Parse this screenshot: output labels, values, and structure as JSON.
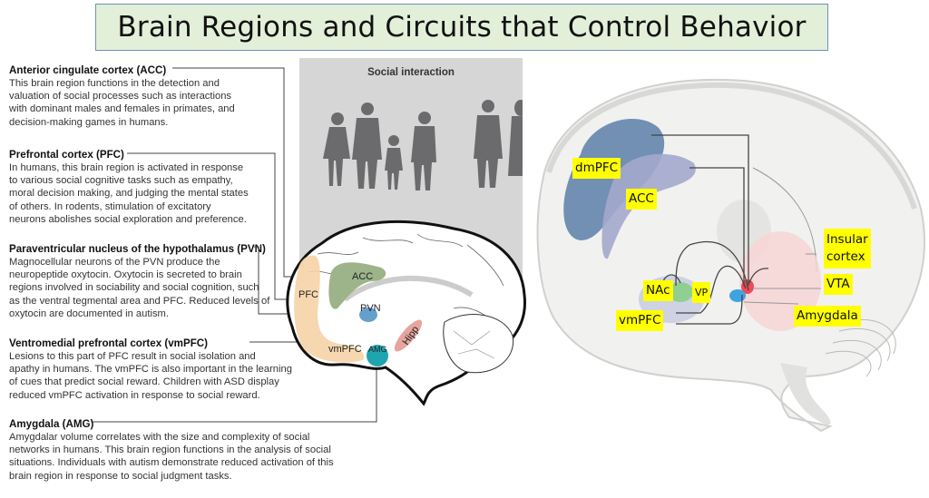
{
  "title": "Brain Regions and Circuits that Control Behavior",
  "left_panel": {
    "descriptions": [
      {
        "heading": "Anterior cingulate cortex (ACC)",
        "lines": [
          "This brain region functions in the detection and",
          "valuation of social processes such as interactions",
          "with dominant males and females in primates, and",
          "decision-making games in humans."
        ]
      },
      {
        "heading": "Prefrontal cortex (PFC)",
        "lines": [
          "In humans, this brain region is activated in response",
          "to various social cognitive tasks such as empathy,",
          "moral decision making, and judging the mental states",
          "of others. In rodents, stimulation of excitatory",
          "neurons abolishes social exploration and preference."
        ]
      },
      {
        "heading": "Paraventricular nucleus of the hypothalamus (PVN)",
        "lines": [
          "Magnocellular neurons of the PVN produce the",
          "neuropeptide oxytocin. Oxytocin is secreted to brain",
          "regions involved in sociability and social cognition, such",
          "as the ventral tegmental area and PFC. Reduced levels of",
          "oxytocin are documented in autism."
        ]
      },
      {
        "heading": "Ventromedial prefrontal cortex (vmPFC)",
        "lines": [
          "Lesions to this part of PFC result in social isolation and",
          "apathy in humans. The vmPFC is also important in the learning",
          "of cues that predict social reward. Children with ASD display",
          "reduced vmPFC activation in response to social reward."
        ]
      },
      {
        "heading": "Amygdala (AMG)",
        "lines": [
          "Amygdalar volume correlates with the size and complexity of social",
          "networks in humans. This brain region functions in the analysis of social",
          "situations. Individuals with autism demonstrate reduced activation of this",
          "brain region in response to social judgment tasks."
        ]
      }
    ],
    "social_panel_title": "Social interaction",
    "brain_labels": {
      "acc": "ACC",
      "pfc": "PFC",
      "pvn": "PVN",
      "vmpfc": "vmPFC",
      "amg": "AMG",
      "hipp": "Hipp"
    },
    "colors": {
      "pfc": "#f6d3a6",
      "acc": "#9db48a",
      "pvn": "#4a8fc4",
      "amg": "#1fa5b0",
      "hipp": "#e0958c",
      "panel": "#d6d6d7"
    }
  },
  "right_panel": {
    "labels": {
      "dmpfc": "dmPFC",
      "acc": "ACC",
      "insular1": "Insular",
      "insular2": "cortex",
      "vta": "VTA",
      "nac": "NAc",
      "vp": "VP",
      "vmpfc": "vmPFC",
      "amygdala": "Amygdala"
    },
    "colors": {
      "label_bg": "#ffff00",
      "dmpfc": "#5a7fa8",
      "acc": "#a3a9cc",
      "vmpfc": "#c8cde0",
      "nac": "#8fcf8f",
      "vta": "#ef4a55",
      "amygdala": "#3fa3e0",
      "insular": "#f8d3d3"
    }
  }
}
